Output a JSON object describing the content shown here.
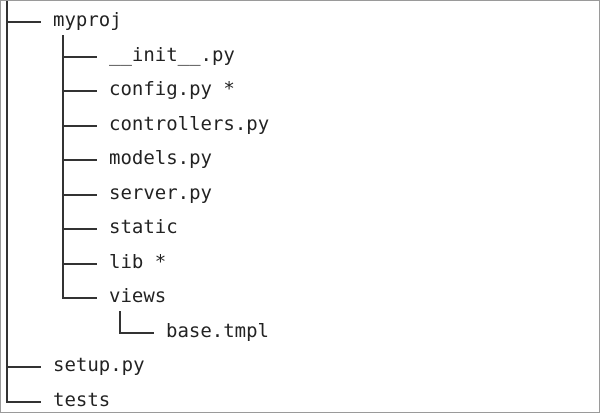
{
  "tree": [
    {
      "name": "myproj",
      "depth": 0
    },
    {
      "name": "__init__.py",
      "depth": 1
    },
    {
      "name": "config.py *",
      "depth": 1
    },
    {
      "name": "controllers.py",
      "depth": 1
    },
    {
      "name": "models.py",
      "depth": 1
    },
    {
      "name": "server.py",
      "depth": 1
    },
    {
      "name": "static",
      "depth": 1
    },
    {
      "name": "lib *",
      "depth": 1
    },
    {
      "name": "views",
      "depth": 1
    },
    {
      "name": "base.tmpl",
      "depth": 2
    },
    {
      "name": "setup.py",
      "depth": 0
    },
    {
      "name": "tests",
      "depth": 0
    }
  ]
}
